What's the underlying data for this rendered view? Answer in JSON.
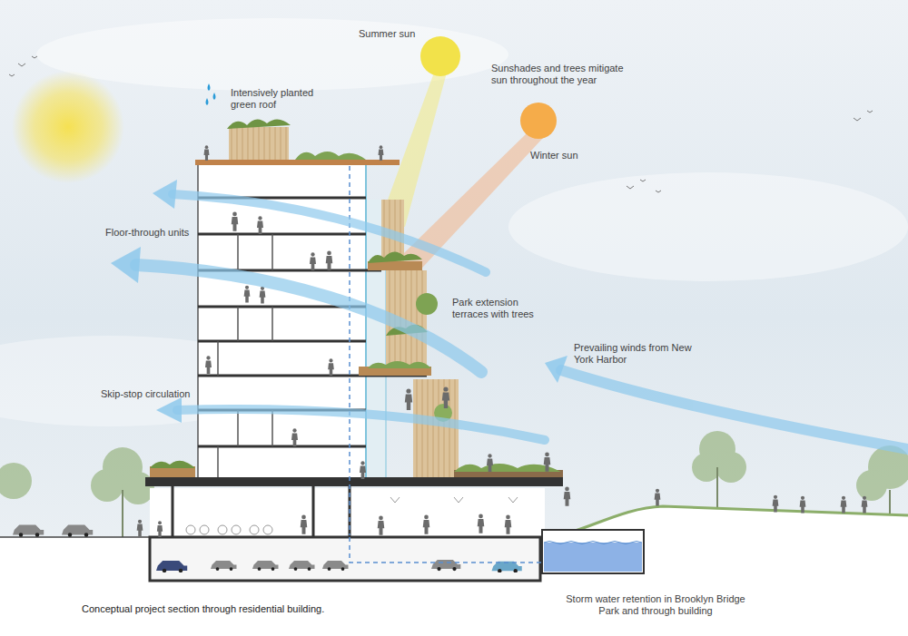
{
  "diagram": {
    "caption": "Conceptual project section through residential building.",
    "labels": [
      "Summer sun",
      "Sunshades and trees mitigate sun throughout the year",
      "Intensively planted green roof",
      "Winter sun",
      "Floor-through units",
      "Park extension terraces with trees",
      "Prevailing winds from New York Harbor",
      "Skip-stop circulation",
      "Storm water retention in Brooklyn Bridge Park and through building"
    ]
  }
}
